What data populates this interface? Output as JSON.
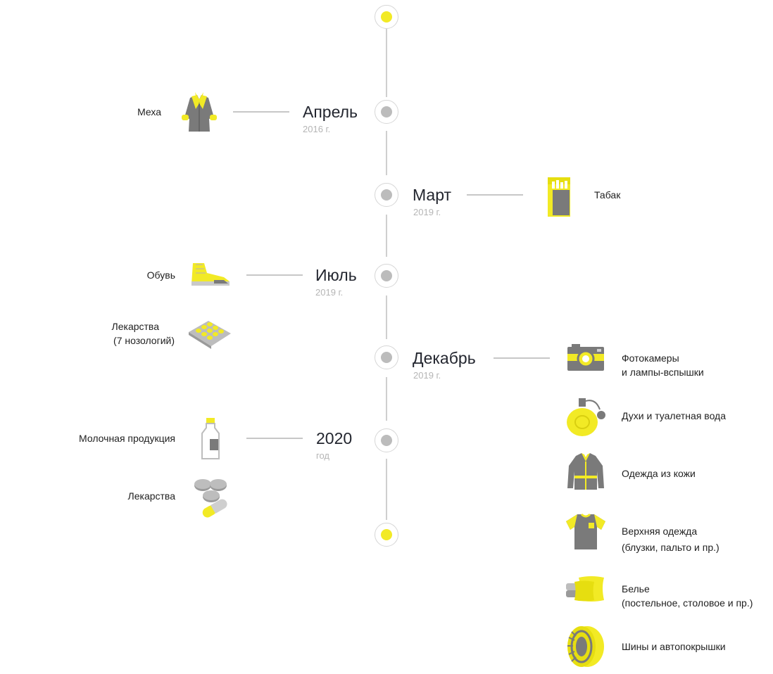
{
  "colors": {
    "accent": "#f2ea25",
    "gray": "#7a7a7a",
    "line": "#cfcfcf"
  },
  "events": [
    {
      "month": "Апрель",
      "year": "2016 г."
    },
    {
      "month": "Март",
      "year": "2019 г."
    },
    {
      "month": "Июль",
      "year": "2019 г."
    },
    {
      "month": "Декабрь",
      "year": "2019 г."
    },
    {
      "month": "2020",
      "year": "год"
    }
  ],
  "items": {
    "fur": "Меха",
    "tobacco": "Табак",
    "shoes": "Обувь",
    "meds1_line1": "Лекарства",
    "meds1_line2": "(7 нозологий)",
    "camera_line1": "Фотокамеры",
    "camera_line2": "и лампы-вспышки",
    "perfume": "Духи и туалетная вода",
    "leather": "Одежда из кожи",
    "outer_line1": "Верхняя одежда",
    "outer_line2": "(блузки, пальто и пр.)",
    "linen_line1": "Белье",
    "linen_line2": "(постельное, столовое и пр.)",
    "tires": "Шины и автопокрышки",
    "milk": "Молочная продукция",
    "meds2": "Лекарства"
  },
  "icons": [
    "fur-coat-icon",
    "cigarette-pack-icon",
    "sneaker-icon",
    "pill-blister-icon",
    "camera-icon",
    "perfume-bottle-icon",
    "leather-jacket-icon",
    "t-shirt-icon",
    "linen-pillows-icon",
    "tire-icon",
    "milk-bottle-icon",
    "pills-capsule-icon"
  ]
}
